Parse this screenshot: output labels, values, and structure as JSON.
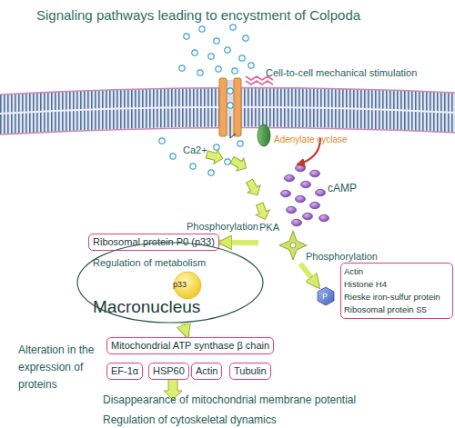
{
  "diagram": {
    "title": "Signaling pathways leading to encystment of Colpoda",
    "nodes": [
      {
        "text": [
          "Adenylate cyclase"
        ]
      },
      {
        "text": [
          "PKA"
        ]
      },
      {
        "text": [
          "Ribosomal protein P0 (p33)"
        ]
      },
      {
        "text": [
          "Macronucleus"
        ]
      },
      {
        "text": [
          "p33"
        ]
      },
      {
        "text": [
          "P"
        ]
      },
      {
        "text": [
          "Actin",
          "Histone H4",
          "Rieske iron-sulfur protein",
          "Ribosomal protein S5"
        ]
      },
      {
        "text": [
          "Mitochondrial ATP synthase β chain"
        ]
      },
      {
        "text": [
          "EF-1α"
        ]
      },
      {
        "text": [
          "HSP60"
        ]
      },
      {
        "text": [
          "Actin"
        ]
      },
      {
        "text": [
          "Tubulin"
        ]
      }
    ],
    "edges": [
      {
        "from": 1,
        "to": 2,
        "arrow": "to"
      },
      {
        "from": 1,
        "to": 5,
        "arrow": "to"
      },
      {
        "from": 3,
        "to": 7,
        "arrow": "to"
      }
    ],
    "labels": [
      "Cell-to-cell mechanical stimulation",
      "Ca2+",
      "cAMP",
      "Phosphorylation",
      "Phosphorylation",
      "Regulation of metabolism",
      "Alteration in the expression of proteins",
      "Disappearance of mitochondrial membrane potential",
      "Regulation of cytoskeletal dynamics"
    ]
  }
}
